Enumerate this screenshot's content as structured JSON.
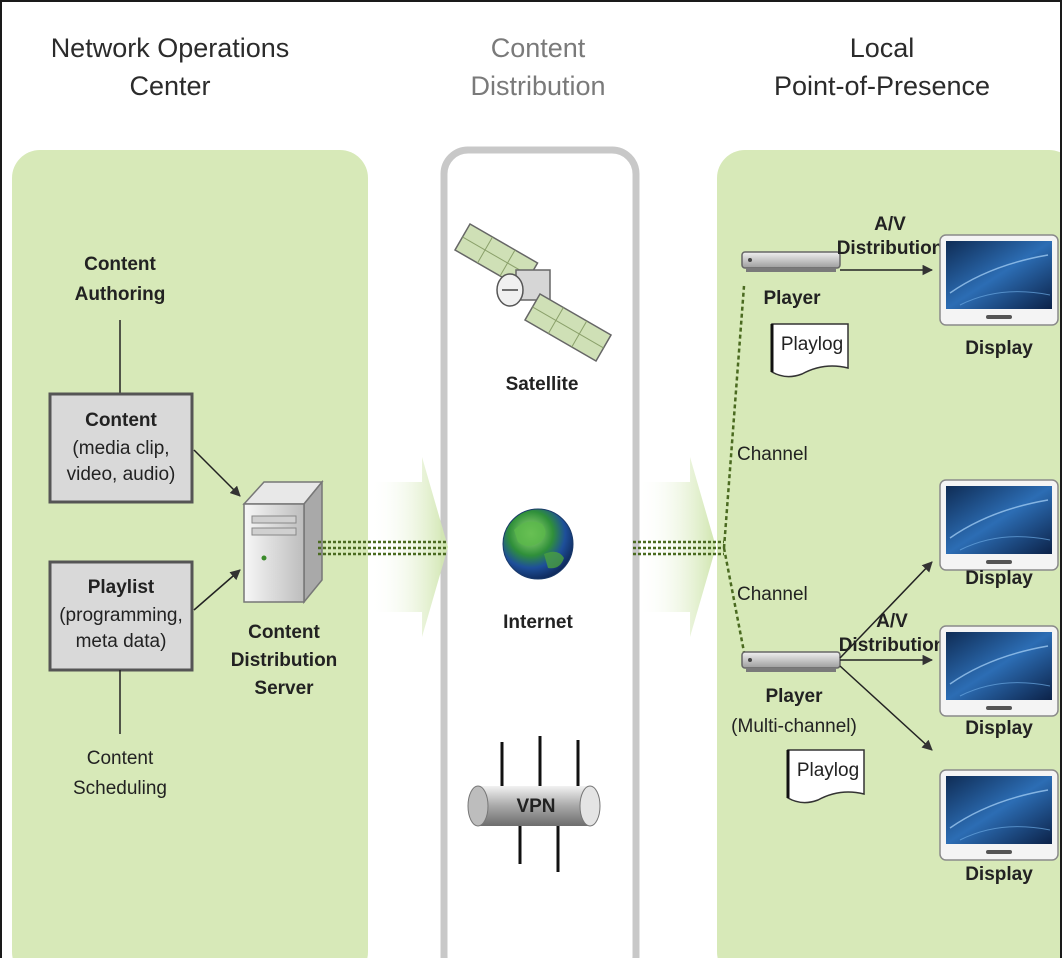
{
  "headings": {
    "noc": [
      "Network Operations",
      "Center"
    ],
    "cd": [
      "Content",
      "Distribution"
    ],
    "pop": [
      "Local",
      "Point-of-Presence"
    ]
  },
  "noc": {
    "authoring": [
      "Content",
      "Authoring"
    ],
    "content_box": {
      "title": "Content",
      "lines": [
        "(media clip,",
        "video, audio)"
      ]
    },
    "playlist_box": {
      "title": "Playlist",
      "lines": [
        "(programming,",
        "meta data)"
      ]
    },
    "server": [
      "Content",
      "Distribution",
      "Server"
    ],
    "scheduling": [
      "Content",
      "Scheduling"
    ]
  },
  "distribution": {
    "satellite": "Satellite",
    "internet": "Internet",
    "vpn": "VPN"
  },
  "pop": {
    "av_top": [
      "A/V",
      "Distribution"
    ],
    "player1": "Player",
    "playlog1": "Playlog",
    "display": "Display",
    "channel1": "Channel",
    "channel2": "Channel",
    "av_bottom": [
      "A/V",
      "Distribution"
    ],
    "player2": [
      "Player",
      "(Multi-channel)"
    ],
    "playlog2": "Playlog"
  },
  "colors": {
    "panel_green": "#d7e9b8",
    "box_grey": "#d9d9d9",
    "dotted_green": "#4a6a20",
    "screen_blue": "#1c4a80"
  }
}
